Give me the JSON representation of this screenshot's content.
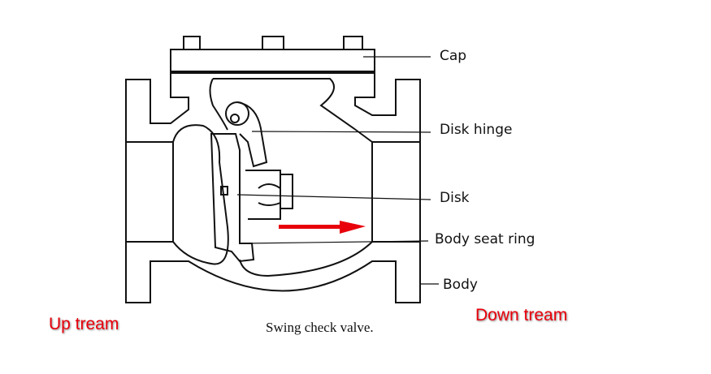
{
  "labels": {
    "cap": "Cap",
    "disk_hinge": "Disk hinge",
    "disk": "Disk",
    "body_seat_ring": "Body seat ring",
    "body": "Body"
  },
  "annotations": {
    "upstream": "Up tream",
    "downstream": "Down tream",
    "flow_arrow_color": "#e8000b"
  },
  "caption": "Swing check valve."
}
